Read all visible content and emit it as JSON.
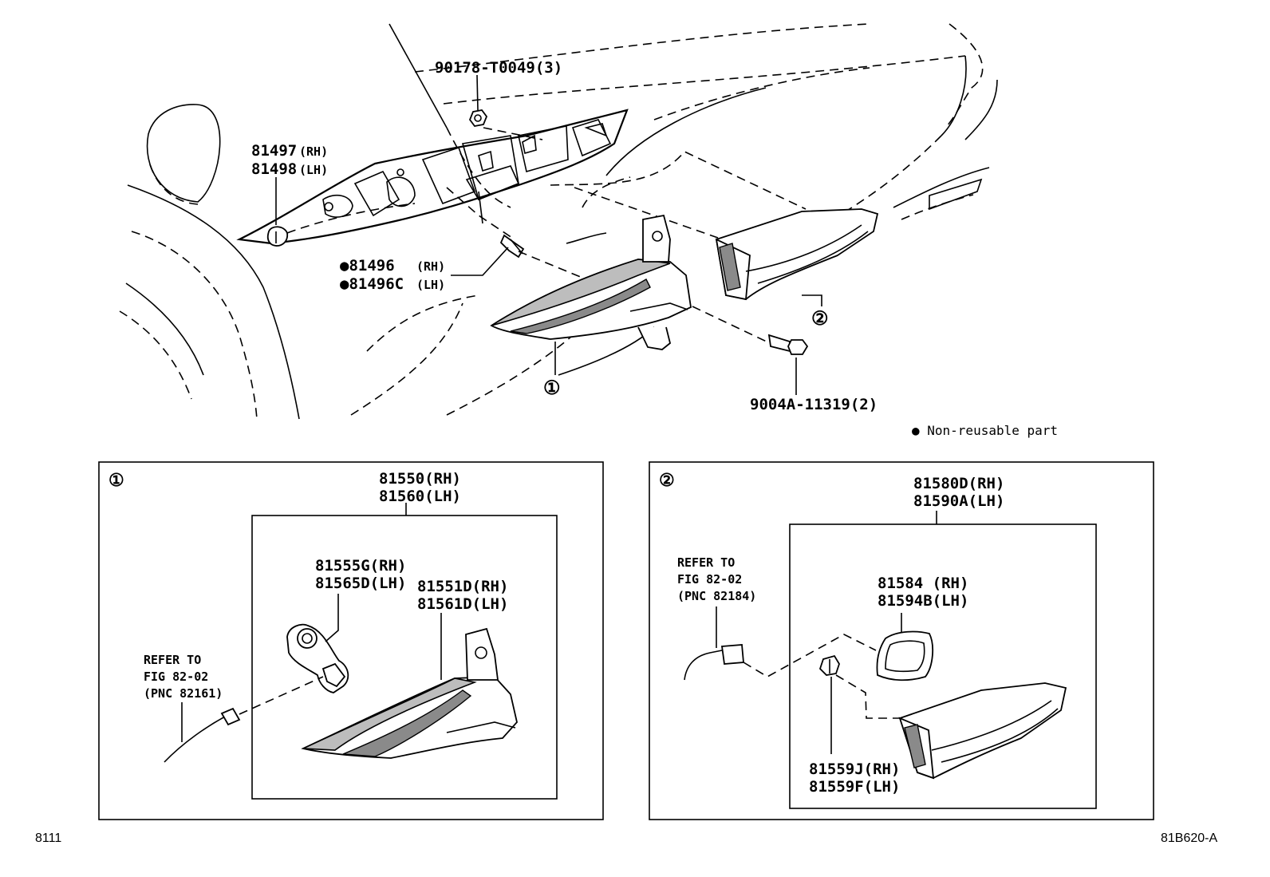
{
  "callouts": {
    "nut_top": "90178-T0049(3)",
    "clip_rh_num": "81497",
    "clip_rh_side": "(RH)",
    "clip_lh_num": "81498",
    "clip_lh_side": "(LH)",
    "gasket_rh_num": "●81496",
    "gasket_rh_side": "(RH)",
    "gasket_lh_num": "●81496C",
    "gasket_lh_side": "(LH)",
    "bolt": "9004A-11319(2)",
    "lamp1_marker": "①",
    "lamp2_marker": "②"
  },
  "legend": {
    "non_reusable": "● Non-reusable part"
  },
  "detail1": {
    "marker": "①",
    "assy_rh": "81550(RH)",
    "assy_lh": "81560(LH)",
    "socket_rh": "81555G(RH)",
    "socket_lh": "81565D(LH)",
    "lens_rh": "81551D(RH)",
    "lens_lh": "81561D(LH)",
    "refer_line1": "REFER TO",
    "refer_line2": "FIG 82-02",
    "refer_line3": "(PNC 82161)"
  },
  "detail2": {
    "marker": "②",
    "assy_rh": "81580D(RH)",
    "assy_lh": "81590A(LH)",
    "gasket_rh": "81584 (RH)",
    "gasket_lh": "81594B(LH)",
    "socket_rh": "81559J(RH)",
    "socket_lh": "81559F(LH)",
    "refer_line1": "REFER TO",
    "refer_line2": "FIG 82-02",
    "refer_line3": "(PNC 82184)"
  },
  "footer": {
    "left_code": "8111",
    "right_code": "81B620-A"
  }
}
